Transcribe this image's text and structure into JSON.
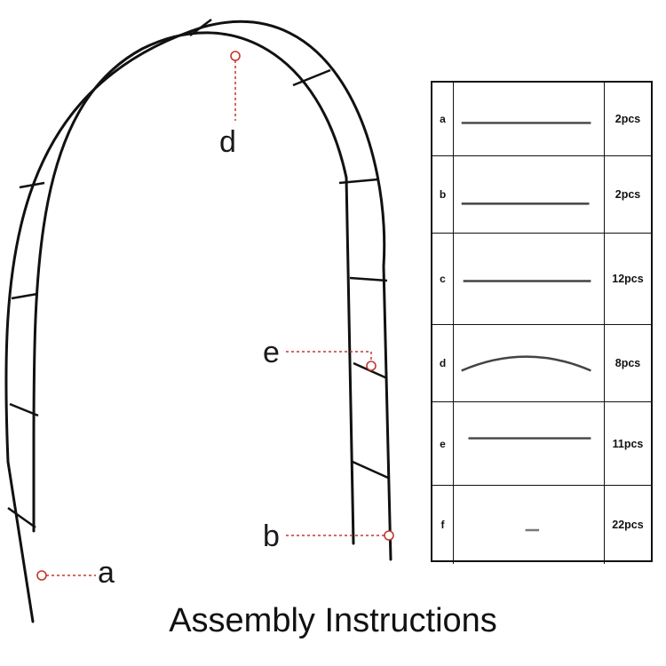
{
  "title": "Assembly Instructions",
  "callouts": {
    "a": "a",
    "b": "b",
    "d": "d",
    "e": "e"
  },
  "parts": [
    {
      "letter": "a",
      "shape": "long-straight-tube",
      "qty": "2pcs"
    },
    {
      "letter": "b",
      "shape": "long-straight-tube",
      "qty": "2pcs"
    },
    {
      "letter": "c",
      "shape": "long-straight-tube",
      "qty": "12pcs"
    },
    {
      "letter": "d",
      "shape": "curved-tube",
      "qty": "8pcs"
    },
    {
      "letter": "e",
      "shape": "straight-tube",
      "qty": "11pcs"
    },
    {
      "letter": "f",
      "shape": "short-connector",
      "qty": "22pcs"
    }
  ],
  "colors": {
    "line": "#111111",
    "callout": "#c0392b"
  }
}
